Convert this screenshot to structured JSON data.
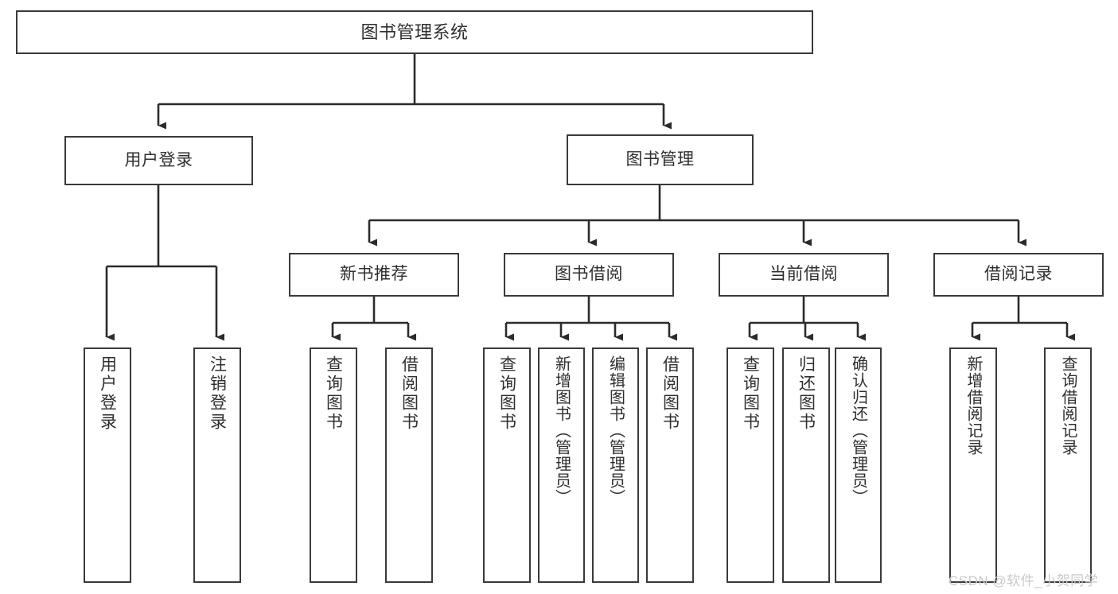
{
  "diagram": {
    "type": "tree-hierarchy-diagram",
    "title": "图书管理系统",
    "watermark": "CSDN @软件_小贺同学",
    "colors": {
      "box_border": "#3a3a3a",
      "box_fill": "#ffffff",
      "connector": "#2b2b2b",
      "text": "#2f2f2f",
      "watermark": "#c9c9c9",
      "background": "#ffffff"
    },
    "levels": {
      "root": {
        "label": "图书管理系统"
      },
      "level1": [
        {
          "id": "user-login",
          "label": "用户登录"
        },
        {
          "id": "book-manage",
          "label": "图书管理"
        }
      ],
      "level2": [
        {
          "id": "new-book-rec",
          "label": "新书推荐",
          "parent": "book-manage"
        },
        {
          "id": "book-borrow",
          "label": "图书借阅",
          "parent": "book-manage"
        },
        {
          "id": "current-borrow",
          "label": "当前借阅",
          "parent": "book-manage"
        },
        {
          "id": "borrow-record",
          "label": "借阅记录",
          "parent": "book-manage"
        }
      ],
      "leaves": [
        {
          "id": "leaf-user-login",
          "label": "用户登录",
          "parent": "user-login"
        },
        {
          "id": "leaf-logout",
          "label": "注销登录",
          "parent": "user-login"
        },
        {
          "id": "leaf-query-book-1",
          "label": "查询图书",
          "parent": "new-book-rec"
        },
        {
          "id": "leaf-borrow-book-1",
          "label": "借阅图书",
          "parent": "new-book-rec"
        },
        {
          "id": "leaf-query-book-2",
          "label": "查询图书",
          "parent": "book-borrow"
        },
        {
          "id": "leaf-add-book",
          "label": "新增图书（管理员）",
          "parent": "book-borrow"
        },
        {
          "id": "leaf-edit-book",
          "label": "编辑图书（管理员）",
          "parent": "book-borrow"
        },
        {
          "id": "leaf-borrow-book-2",
          "label": "借阅图书",
          "parent": "book-borrow"
        },
        {
          "id": "leaf-query-book-3",
          "label": "查询图书",
          "parent": "current-borrow"
        },
        {
          "id": "leaf-return-book",
          "label": "归还图书",
          "parent": "current-borrow"
        },
        {
          "id": "leaf-confirm-return",
          "label": "确认归还（管理员）",
          "parent": "current-borrow"
        },
        {
          "id": "leaf-add-record",
          "label": "新增借阅记录",
          "parent": "borrow-record"
        },
        {
          "id": "leaf-query-record",
          "label": "查询借阅记录",
          "parent": "borrow-record"
        }
      ]
    }
  }
}
